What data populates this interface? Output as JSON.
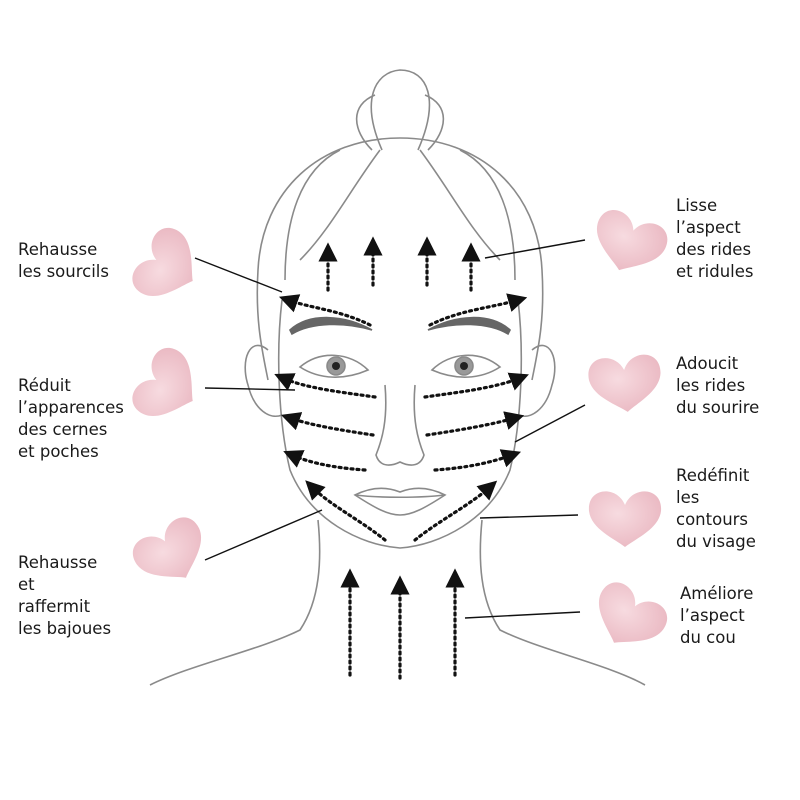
{
  "labels": {
    "left": [
      {
        "id": "brows",
        "lines": [
          "Rehausse",
          "les sourcils"
        ]
      },
      {
        "id": "dark-circles",
        "lines": [
          "Réduit",
          "l’apparences",
          "des cernes",
          "et poches"
        ]
      },
      {
        "id": "jowls",
        "lines": [
          "Rehausse",
          "et",
          "raffermit",
          "les bajoues"
        ]
      }
    ],
    "right": [
      {
        "id": "wrinkles",
        "lines": [
          "Lisse",
          "l’aspect",
          "des rides",
          "et ridules"
        ]
      },
      {
        "id": "smile-lines",
        "lines": [
          "Adoucit",
          "les rides",
          "du sourire"
        ]
      },
      {
        "id": "contours",
        "lines": [
          "Redéfinit",
          "les",
          "contours",
          "du visage"
        ]
      },
      {
        "id": "neck",
        "lines": [
          "Améliore",
          "l’aspect",
          "du cou"
        ]
      }
    ]
  },
  "colors": {
    "stone": "#f2c9d0",
    "stone_edge": "#e4aab5",
    "line": "#888888",
    "arrow": "#111111"
  }
}
